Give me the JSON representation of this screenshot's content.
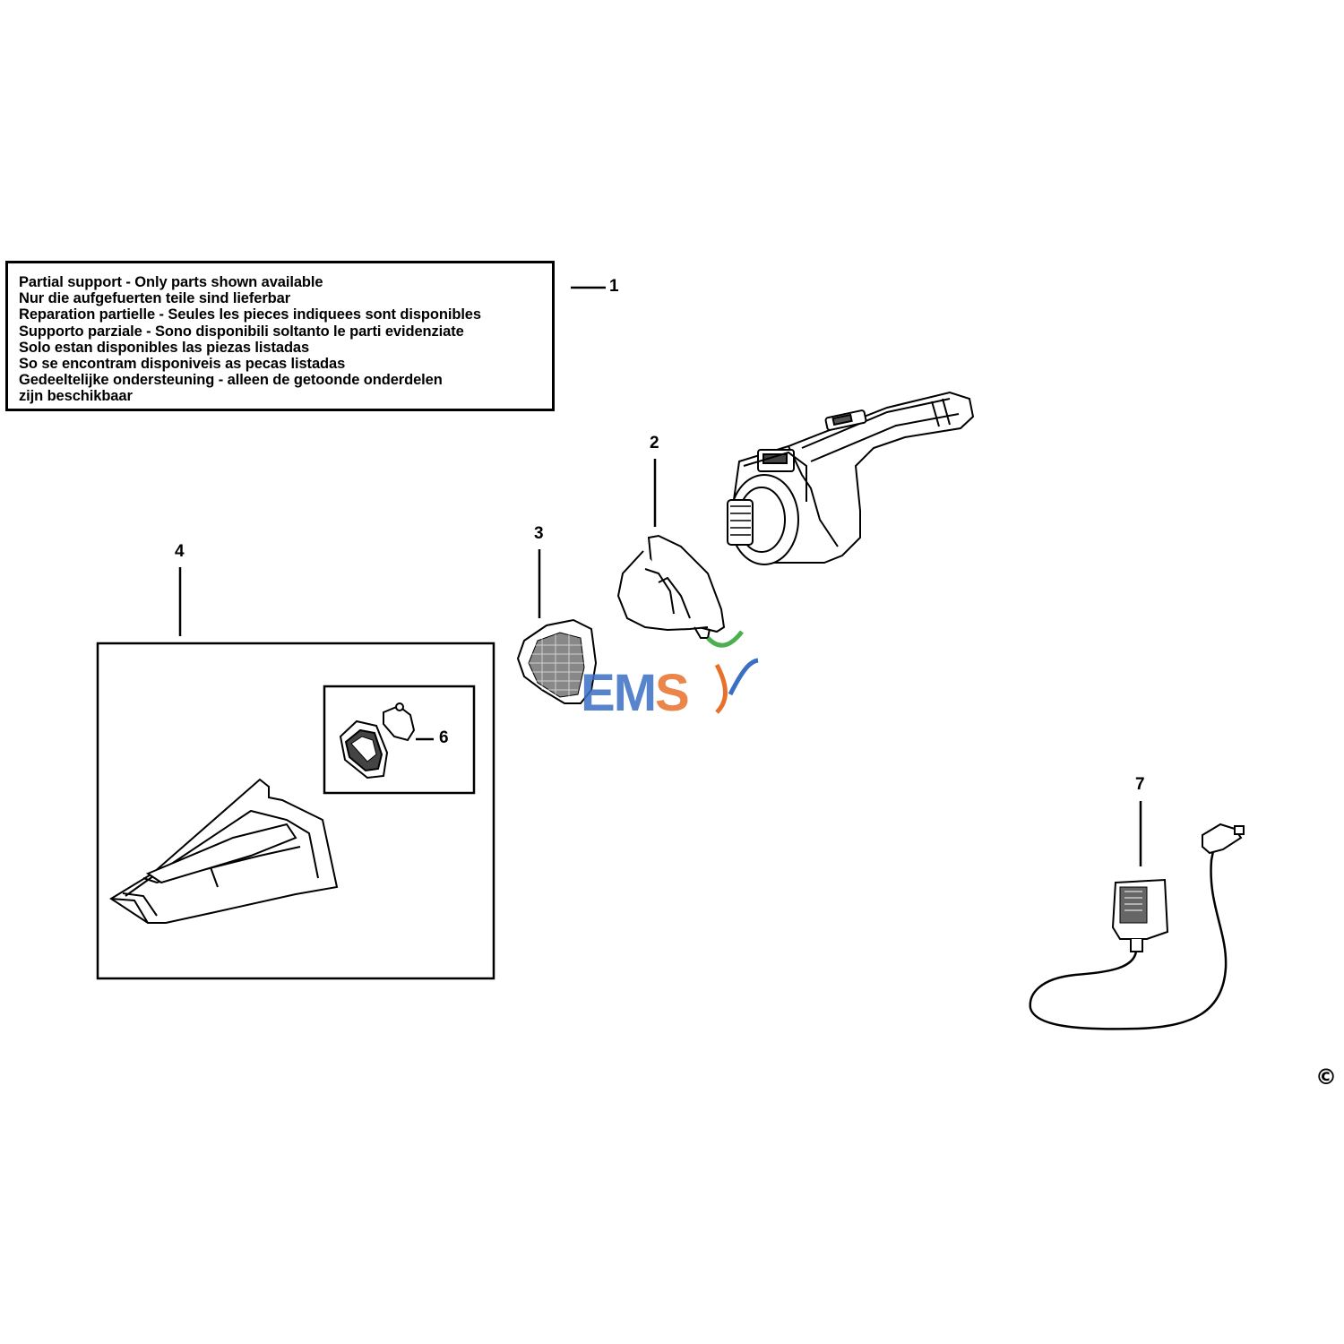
{
  "notice": {
    "lines": [
      "Partial support - Only parts shown available",
      "Nur die aufgefuerten teile sind lieferbar",
      "Reparation partielle - Seules les pieces indiquees sont disponibles",
      "Supporto parziale - Sono disponibili soltanto le parti evidenziate",
      "Solo estan disponibles las piezas listadas",
      "So se encontram disponiveis as pecas listadas",
      "Gedeeltelijke ondersteuning - alleen de getoonde onderdelen",
      "zijn beschikbaar"
    ]
  },
  "callouts": {
    "c1": "1",
    "c2": "2",
    "c3": "3",
    "c4": "4",
    "c6": "6",
    "c7": "7"
  },
  "copyright": "©",
  "watermark": {
    "e": "E",
    "m": "M",
    "s": "S"
  },
  "colors": {
    "line": "#000000",
    "watermark_blue": "#3a6fc4",
    "watermark_orange": "#e8702a",
    "watermark_green": "#4caf50"
  },
  "icons": [
    "vacuum-body-icon",
    "pre-filter-icon",
    "filter-icon",
    "nozzle-icon",
    "filter-insert-icon",
    "charger-icon"
  ]
}
